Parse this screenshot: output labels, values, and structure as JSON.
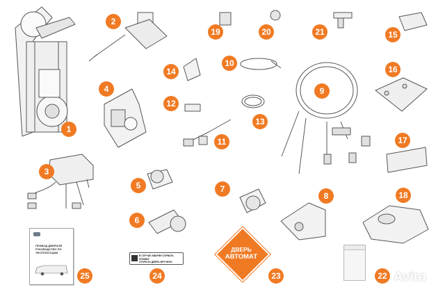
{
  "parts": [
    {
      "number": "1"
    },
    {
      "number": "2"
    },
    {
      "number": "3"
    },
    {
      "number": "4"
    },
    {
      "number": "5"
    },
    {
      "number": "6"
    },
    {
      "number": "7"
    },
    {
      "number": "8"
    },
    {
      "number": "9"
    },
    {
      "number": "10"
    },
    {
      "number": "11"
    },
    {
      "number": "12"
    },
    {
      "number": "13"
    },
    {
      "number": "14"
    },
    {
      "number": "15"
    },
    {
      "number": "16"
    },
    {
      "number": "17"
    },
    {
      "number": "18"
    },
    {
      "number": "19"
    },
    {
      "number": "20"
    },
    {
      "number": "21"
    },
    {
      "number": "22"
    },
    {
      "number": "23"
    },
    {
      "number": "24"
    },
    {
      "number": "25"
    }
  ],
  "manual": {
    "title": "ПРИВОД ДВЕРНОЙ",
    "subtitle": "РУКОВОДСТВО ПО ЭКСПЛУАТАЦИИ"
  },
  "sticker": {
    "line1": "В СЛУЧАЕ АВАРИИ СОРВАТЬ ПЛОМБУ",
    "line2": "ОТКРЫТЬ ДВЕРЬ ВРУЧНУЮ"
  },
  "door_sign": {
    "line1": "ДВЕРЬ",
    "line2": "АВТОМАТ"
  },
  "watermark": "Avito",
  "colors": {
    "badge": "#f07a23",
    "outline": "#555555"
  }
}
